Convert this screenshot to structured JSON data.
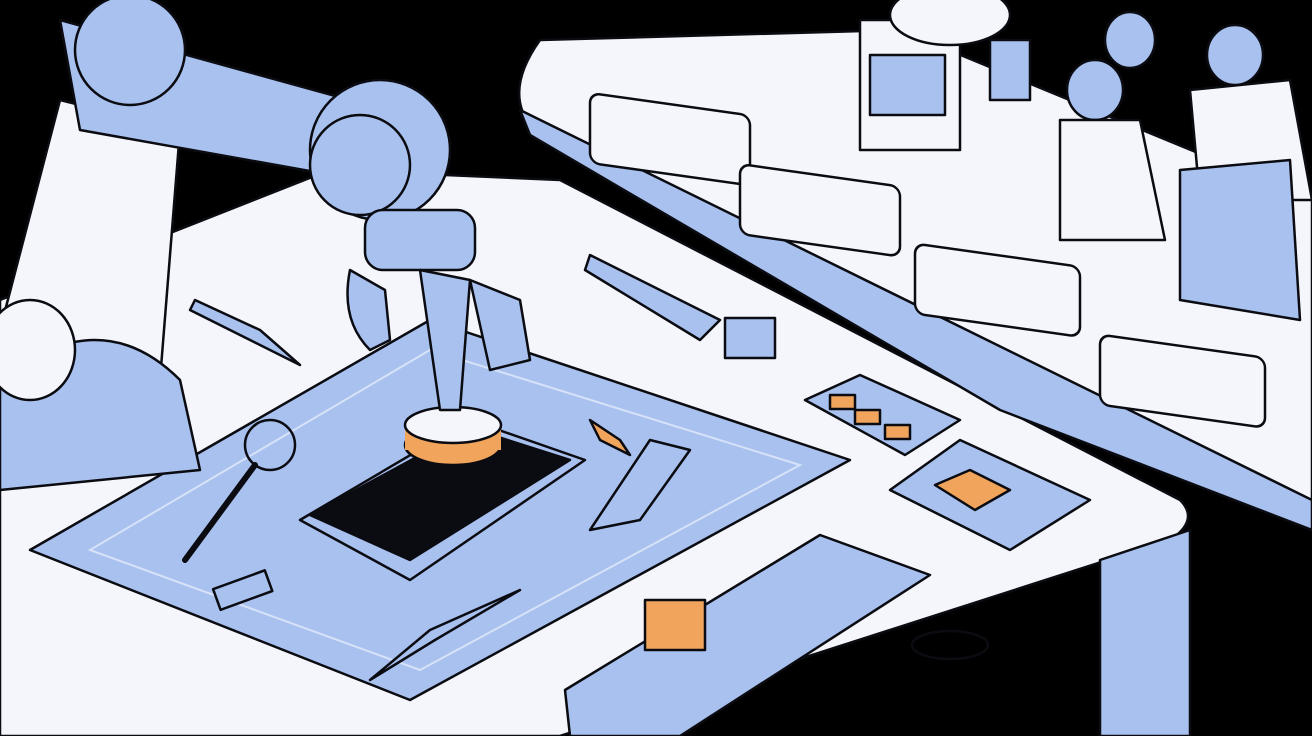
{
  "scene": {
    "subject": "robotic-electronics-assembly-illustration",
    "colors": {
      "background": "#000000",
      "surface": "#f4f6fb",
      "blue": "#a9c1ee",
      "blue_dark": "#7d9ad6",
      "accent": "#f0a45c",
      "outline": "#0b0b12"
    },
    "elements": [
      "robot-arm",
      "robot-gripper",
      "cutting-mat",
      "circuit-board",
      "conveyor-belt",
      "component-trays",
      "robot-workers",
      "tools"
    ]
  }
}
